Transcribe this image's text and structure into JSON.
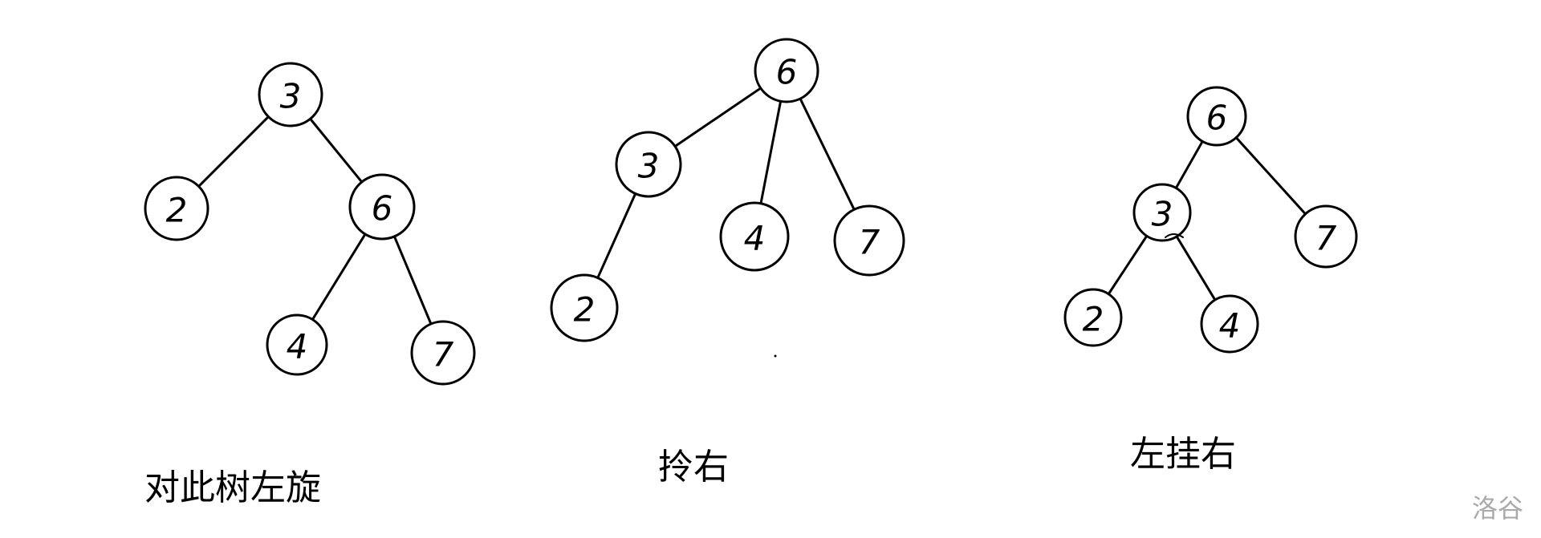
{
  "diagrams": [
    {
      "caption": "对此树左旋",
      "nodes": [
        {
          "id": "a3",
          "label": "3"
        },
        {
          "id": "a2",
          "label": "2"
        },
        {
          "id": "a6",
          "label": "6"
        },
        {
          "id": "a4",
          "label": "4"
        },
        {
          "id": "a7",
          "label": "7"
        }
      ],
      "edges": [
        [
          "a3",
          "a2"
        ],
        [
          "a3",
          "a6"
        ],
        [
          "a6",
          "a4"
        ],
        [
          "a6",
          "a7"
        ]
      ]
    },
    {
      "caption": "拎右",
      "nodes": [
        {
          "id": "b6",
          "label": "6"
        },
        {
          "id": "b3",
          "label": "3"
        },
        {
          "id": "b4",
          "label": "4"
        },
        {
          "id": "b7",
          "label": "7"
        },
        {
          "id": "b2",
          "label": "2"
        }
      ],
      "edges": [
        [
          "b6",
          "b3"
        ],
        [
          "b6",
          "b4"
        ],
        [
          "b6",
          "b7"
        ],
        [
          "b3",
          "b2"
        ]
      ]
    },
    {
      "caption": "左挂右",
      "nodes": [
        {
          "id": "c6",
          "label": "6"
        },
        {
          "id": "c3",
          "label": "3"
        },
        {
          "id": "c7",
          "label": "7"
        },
        {
          "id": "c2",
          "label": "2"
        },
        {
          "id": "c4",
          "label": "4"
        }
      ],
      "edges": [
        [
          "c6",
          "c3"
        ],
        [
          "c6",
          "c7"
        ],
        [
          "c3",
          "c2"
        ],
        [
          "c3",
          "c4"
        ]
      ]
    }
  ],
  "watermark": "洛谷"
}
